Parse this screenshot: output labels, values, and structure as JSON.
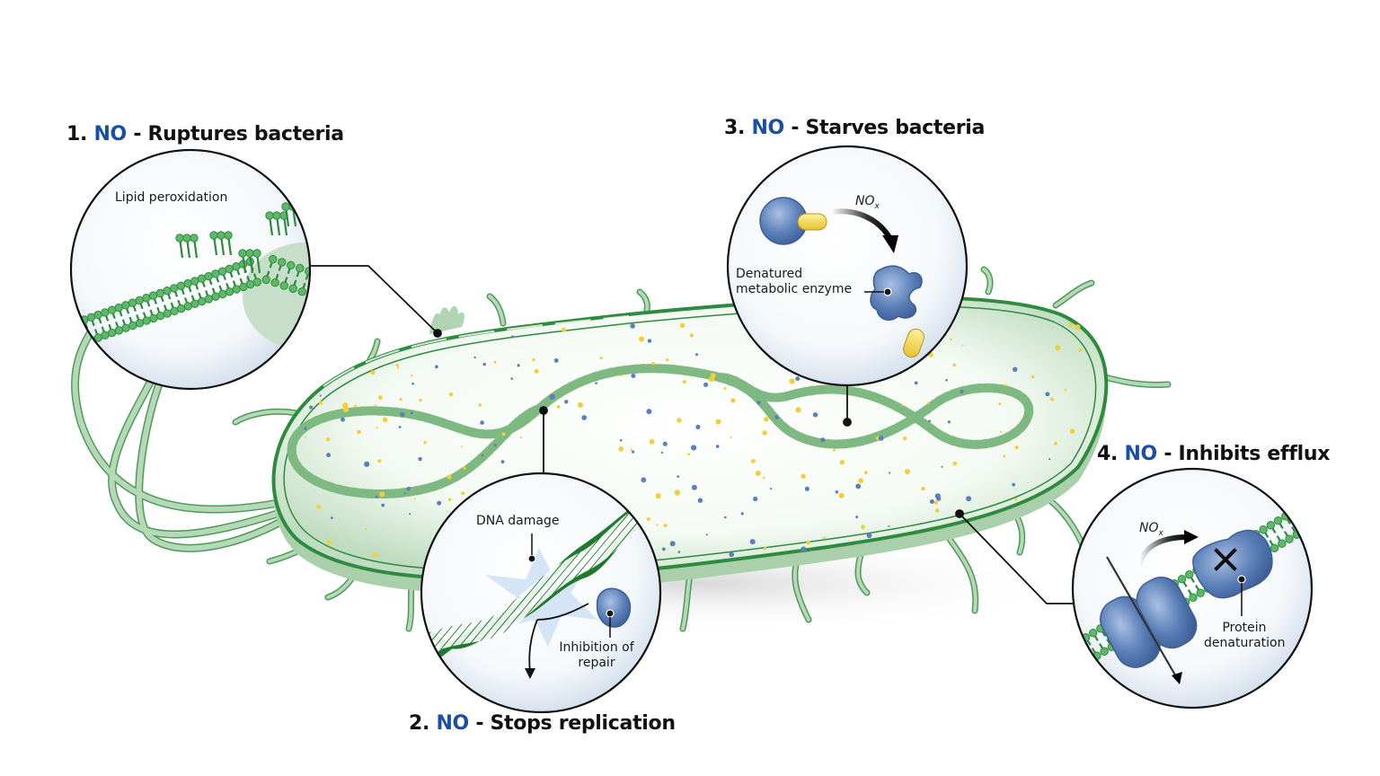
{
  "figure": {
    "subject": "Antibacterial mechanisms of nitric oxide",
    "accent_color": "#1b4fa6",
    "membrane_color": "#2e8b3e",
    "protein_color": "#5b7fb8",
    "ligand_color": "#f2cf3a"
  },
  "callouts": [
    {
      "number": "1.",
      "agent": "NO",
      "separator": "-",
      "effect": "Ruptures bacteria",
      "labels": [
        "Lipid peroxidation"
      ]
    },
    {
      "number": "2.",
      "agent": "NO",
      "separator": "-",
      "effect": "Stops replication",
      "labels": [
        "DNA damage",
        "Inhibition of",
        "repair"
      ]
    },
    {
      "number": "3.",
      "agent": "NO",
      "separator": "-",
      "effect": "Starves bacteria",
      "labels": [
        "Denatured",
        "metabolic enzyme"
      ],
      "reagent": {
        "base": "NO",
        "sub": "x"
      }
    },
    {
      "number": "4.",
      "agent": "NO",
      "separator": "-",
      "effect": "Inhibits efflux",
      "labels": [
        "Protein",
        "denaturation"
      ],
      "reagent": {
        "base": "NO",
        "sub": "x"
      }
    }
  ]
}
